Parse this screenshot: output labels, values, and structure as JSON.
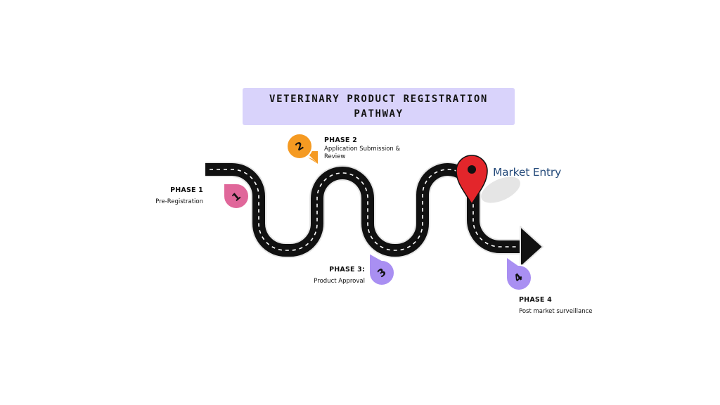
{
  "title": "VETERINARY PRODUCT REGISTRATION PATHWAY",
  "phases": [
    {
      "title": "PHASE 1",
      "description": "Pre-Registration",
      "number": "1",
      "color": "#e0679a"
    },
    {
      "title": "PHASE 2",
      "description": "Application Submission & Review",
      "number": "2",
      "color": "#f59a22"
    },
    {
      "title": "PHASE 3:",
      "description": "Product Approval",
      "number": "3",
      "color": "#a98ff2"
    },
    {
      "title": "PHASE 4",
      "description": "Post market surveillance",
      "number": "4",
      "color": "#a98ff2"
    }
  ],
  "market_entry": {
    "label": "Market Entry",
    "pin_color": "#e3262b"
  },
  "colors": {
    "road": "#111111",
    "road_lines": "#ffffff",
    "title_bg": "#d9d3fb"
  },
  "icons": [
    "map-pin-icon",
    "arrow-right-icon",
    "drop-marker-icon"
  ]
}
